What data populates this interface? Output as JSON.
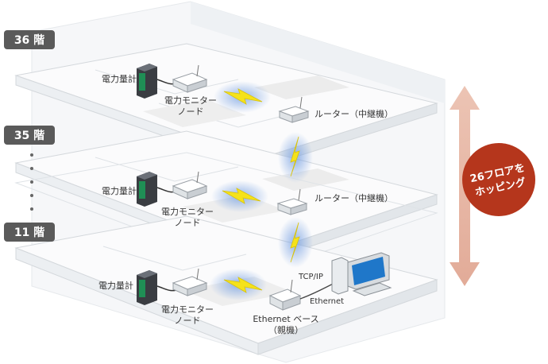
{
  "floors": [
    {
      "label": "36 階"
    },
    {
      "label": "35 階"
    },
    {
      "label": "11 階"
    }
  ],
  "devices": {
    "meter_label": "電力量計",
    "node_label_line1": "電力モニター",
    "node_label_line2": "ノード",
    "router_label": "ルーター（中継機）",
    "base_label_line1": "Ethernet ベース",
    "base_label_line2": "（親機）",
    "tcpip_label": "TCP/IP",
    "ethernet_label": "Ethernet"
  },
  "hopping": {
    "line1": "26フロアを",
    "line2": "ホッピング"
  },
  "colors": {
    "floor_tag": "#5a5a5a",
    "arrow": "#e8b8a8",
    "badge": "#b5361c",
    "bolt": "#f5e21a",
    "glow": "#7aa6e6"
  }
}
